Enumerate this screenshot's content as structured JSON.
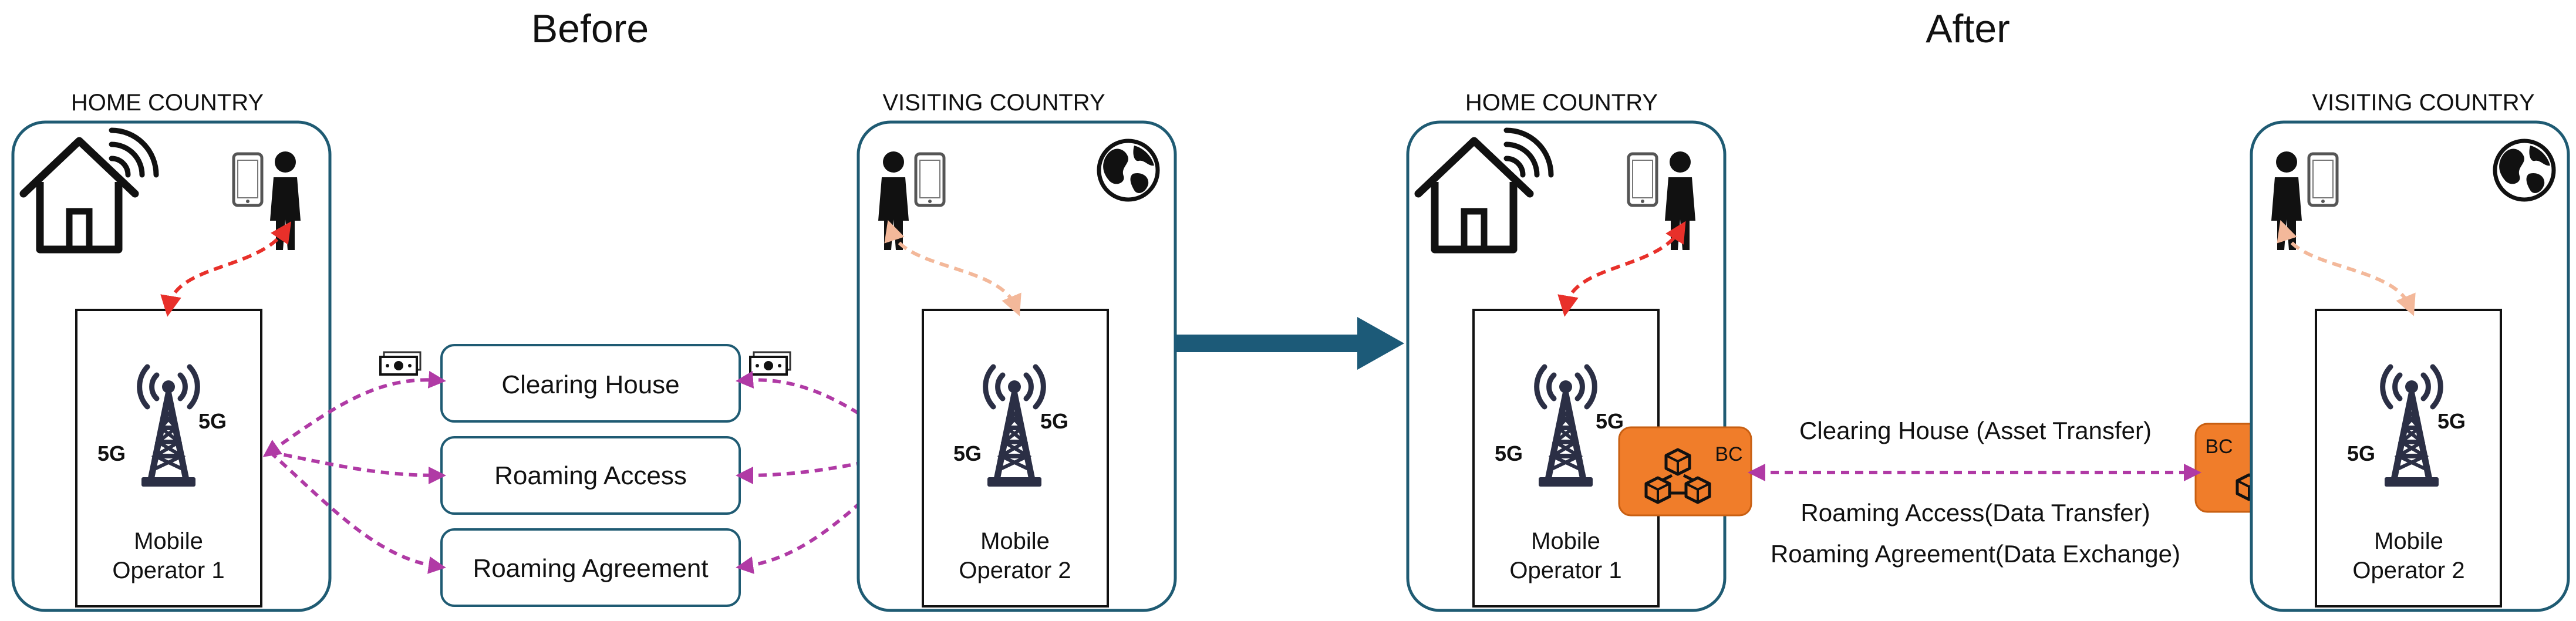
{
  "sections": {
    "before": {
      "title": "Before",
      "home_label": "HOME COUNTRY",
      "visiting_label": "VISITING COUNTRY",
      "operator1": [
        "Mobile",
        "Operator 1"
      ],
      "operator2": [
        "Mobile",
        "Operator 2"
      ],
      "services": [
        "Clearing House",
        "Roaming Access",
        "Roaming Agreement"
      ]
    },
    "after": {
      "title": "After",
      "home_label": "HOME COUNTRY",
      "visiting_label": "VISITING COUNTRY",
      "operator1": [
        "Mobile",
        "Operator 1"
      ],
      "operator2": [
        "Mobile",
        "Operator 2"
      ],
      "blockchain_label": "BC",
      "links": [
        "Clearing House (Asset Transfer)",
        "Roaming Access(Data Transfer)",
        "Roaming Agreement(Data Exchange)"
      ]
    }
  },
  "network_label": "5G",
  "colors": {
    "box_border": "#1f5b73",
    "arrow": "#1c5a78",
    "user_link": "#e8302a",
    "visitor_link": "#f3b89a",
    "service_link": "#b03aa5",
    "blockchain": "#f07d2a",
    "tower": "#2b2f45"
  },
  "icons": [
    "house-wifi-icon",
    "person-phone-icon",
    "globe-icon",
    "tower-5g-icon",
    "cash-icon",
    "blockchain-icon"
  ]
}
